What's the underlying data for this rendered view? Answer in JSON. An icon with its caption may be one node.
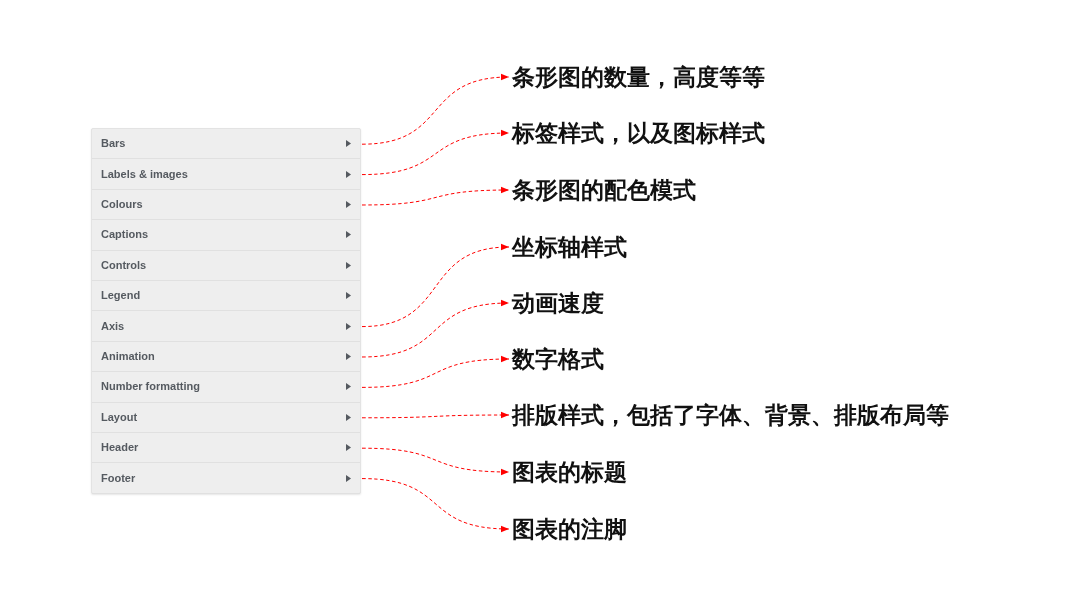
{
  "diagram": {
    "nodes": [
      {
        "text": [],
        "shape": "box"
      },
      {
        "text": [
          "Bars"
        ],
        "in": 0
      },
      {
        "text": [
          "Labels & images"
        ],
        "in": 0
      },
      {
        "text": [
          "Colours"
        ],
        "in": 0
      },
      {
        "text": [
          "Captions"
        ],
        "in": 0
      },
      {
        "text": [
          "Controls"
        ],
        "in": 0
      },
      {
        "text": [
          "Legend"
        ],
        "in": 0
      },
      {
        "text": [
          "Axis"
        ],
        "in": 0
      },
      {
        "text": [
          "Animation"
        ],
        "in": 0
      },
      {
        "text": [
          "Number formatting"
        ],
        "in": 0
      },
      {
        "text": [
          "Layout"
        ],
        "in": 0
      },
      {
        "text": [
          "Header"
        ],
        "in": 0
      },
      {
        "text": [
          "Footer"
        ],
        "in": 0
      },
      {
        "text": [
          "条形图的数量，高度等等"
        ]
      },
      {
        "text": [
          "标签样式，以及图标样式"
        ]
      },
      {
        "text": [
          "条形图的配色模式"
        ]
      },
      {
        "text": [
          "坐标轴样式"
        ]
      },
      {
        "text": [
          "动画速度"
        ]
      },
      {
        "text": [
          "数字格式"
        ]
      },
      {
        "text": [
          "排版样式，包括了字体、背景、排版布局等"
        ]
      },
      {
        "text": [
          "图表的标题"
        ]
      },
      {
        "text": [
          "图表的注脚"
        ]
      }
    ],
    "edges": [
      {
        "from": 1,
        "to": 13,
        "arrow": "to",
        "style": "dashed"
      },
      {
        "from": 2,
        "to": 14,
        "arrow": "to",
        "style": "dashed"
      },
      {
        "from": 3,
        "to": 15,
        "arrow": "to",
        "style": "dashed"
      },
      {
        "from": 7,
        "to": 16,
        "arrow": "to",
        "style": "dashed"
      },
      {
        "from": 8,
        "to": 17,
        "arrow": "to",
        "style": "dashed"
      },
      {
        "from": 9,
        "to": 18,
        "arrow": "to",
        "style": "dashed"
      },
      {
        "from": 10,
        "to": 19,
        "arrow": "to",
        "style": "dashed"
      },
      {
        "from": 11,
        "to": 20,
        "arrow": "to",
        "style": "dashed"
      },
      {
        "from": 12,
        "to": 21,
        "arrow": "to",
        "style": "dashed"
      }
    ]
  }
}
